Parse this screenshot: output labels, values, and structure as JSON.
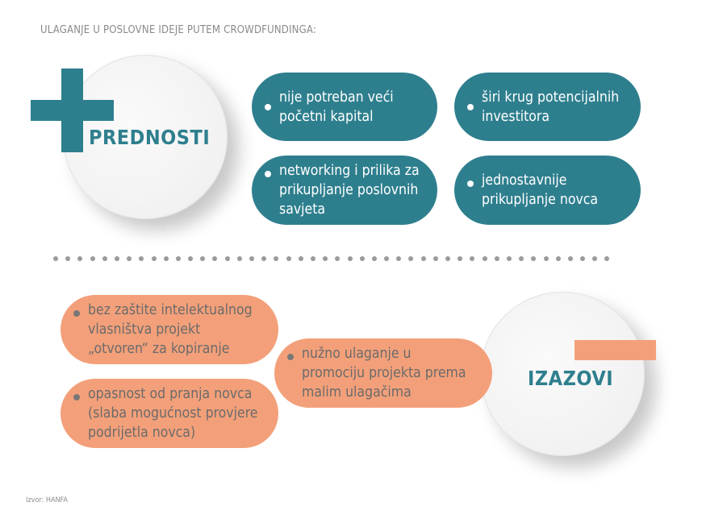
{
  "title": "ULAGANJE U POSLOVNE IDEJE PUTEM CROWDFUNDINGA:",
  "prednosti": {
    "heading": "PREDNOSTI",
    "items": [
      "nije potreban veći početni kapital",
      "širi krug potencijalnih investitora",
      "networking i prilika za prikupljanje poslovnih savjeta",
      "jednostavnije prikupljanje novca"
    ]
  },
  "izazovi": {
    "heading": "IZAZOVI",
    "items": [
      "bez zaštite intelektualnog vlasništva projekt „otvoren“ za kopiranje",
      "opasnost od pranja novca (slaba mogućnost provjere podrijetla novca)",
      "nužno ulaganje u promociju projekta prema malim ulagačima"
    ]
  },
  "source": "Izvor: HANFA",
  "colors": {
    "teal": "#2e7f8e",
    "salmon": "#f3a07a"
  }
}
